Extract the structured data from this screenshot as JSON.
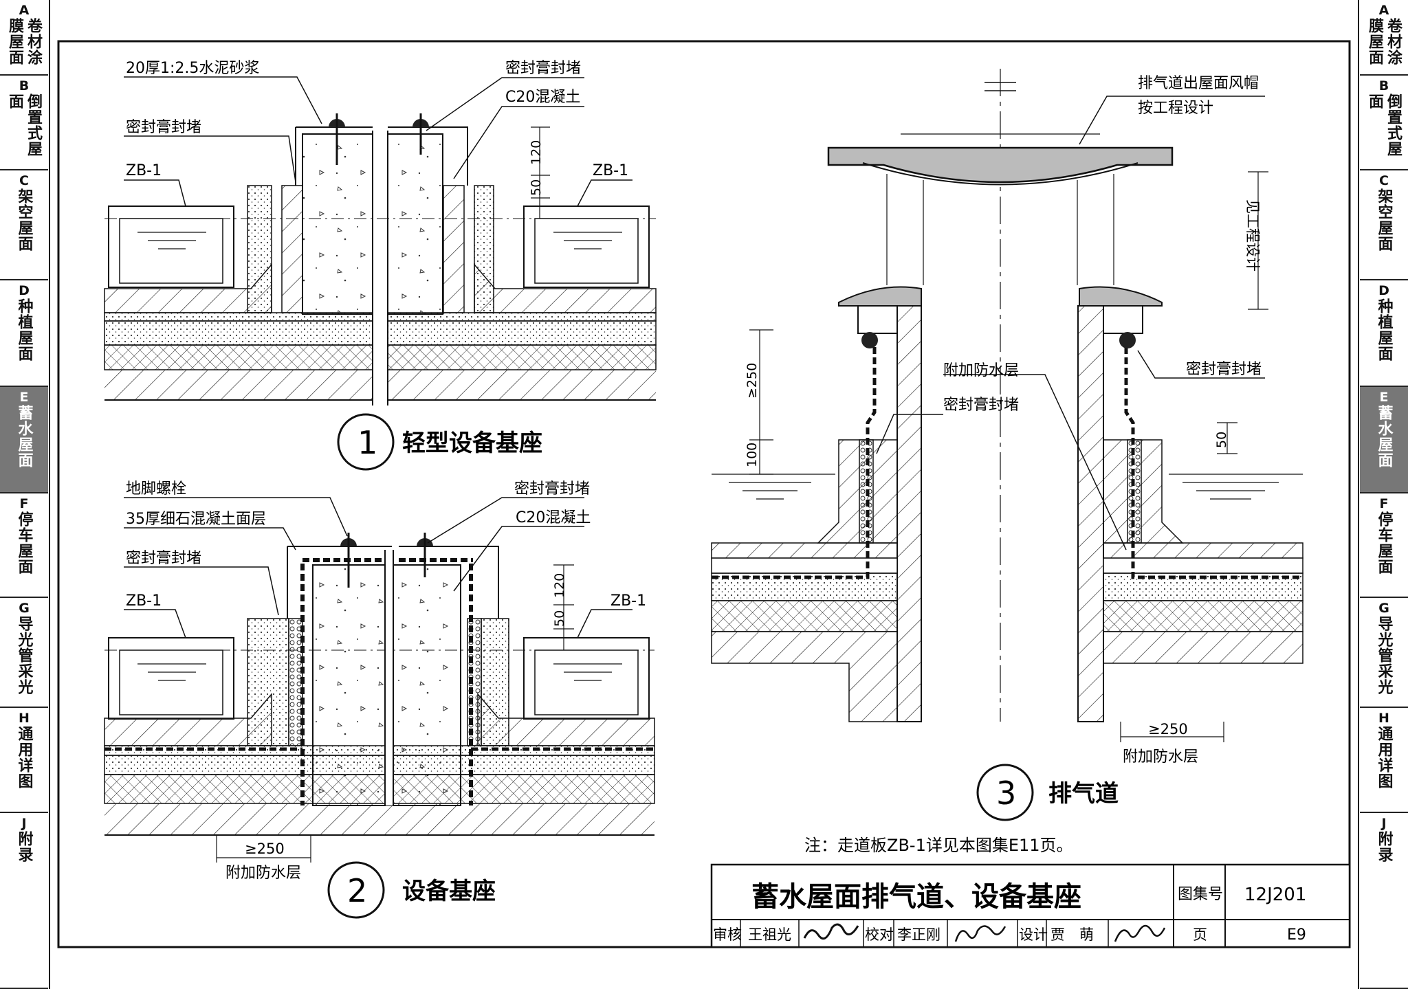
{
  "side_tabs": [
    {
      "letter": "A",
      "label": "卷材涂膜屋面"
    },
    {
      "letter": "B",
      "label": "倒置式屋面"
    },
    {
      "letter": "C",
      "label": "架空屋面"
    },
    {
      "letter": "D",
      "label": "种植屋面"
    },
    {
      "letter": "E",
      "label": "蓄水屋面",
      "active": true
    },
    {
      "letter": "F",
      "label": "停车屋面"
    },
    {
      "letter": "G",
      "label": "导光管采光"
    },
    {
      "letter": "H",
      "label": "通用详图"
    },
    {
      "letter": "J",
      "label": "附录"
    }
  ],
  "detail1": {
    "number": "1",
    "title": "轻型设备基座",
    "labels": {
      "mortar": "20厚1:2.5水泥砂浆",
      "sealant_left": "密封膏封堵",
      "sealant_right": "密封膏封堵",
      "concrete": "C20混凝土",
      "zb_left": "ZB-1",
      "zb_right": "ZB-1",
      "dim_120": "120",
      "dim_50": "50"
    }
  },
  "detail2": {
    "number": "2",
    "title": "设备基座",
    "labels": {
      "anchor_bolt": "地脚螺栓",
      "topping": "35厚细石混凝土面层",
      "sealant_left": "密封膏封堵",
      "sealant_right": "密封膏封堵",
      "concrete": "C20混凝土",
      "zb_left": "ZB-1",
      "zb_right": "ZB-1",
      "dim_120": "120",
      "dim_50": "50",
      "dim_250": "≥250",
      "extra_waterproof": "附加防水层"
    }
  },
  "detail3": {
    "number": "3",
    "title": "排气道",
    "labels": {
      "hood": "排气道出屋面风帽",
      "hood_note": "按工程设计",
      "see_design": "见工程设计",
      "extra_waterproof": "附加防水层",
      "sealant_mid": "密封膏封堵",
      "sealant_right": "密封膏封堵",
      "dim_250_v": "≥250",
      "dim_100": "100",
      "dim_50": "50",
      "dim_250_h": "≥250",
      "extra_waterproof_bottom": "附加防水层"
    }
  },
  "note": "注：走道板ZB-1详见本图集E11页。",
  "title_block": {
    "title": "蓄水屋面排气道、设备基座",
    "atlas_label": "图集号",
    "atlas_no": "12J201",
    "review_label": "审核",
    "reviewer": "王祖光",
    "check_label": "校对",
    "checker": "李正刚",
    "design_label": "设计",
    "designer": "贾　萌",
    "page_label": "页",
    "page_no": "E9"
  }
}
